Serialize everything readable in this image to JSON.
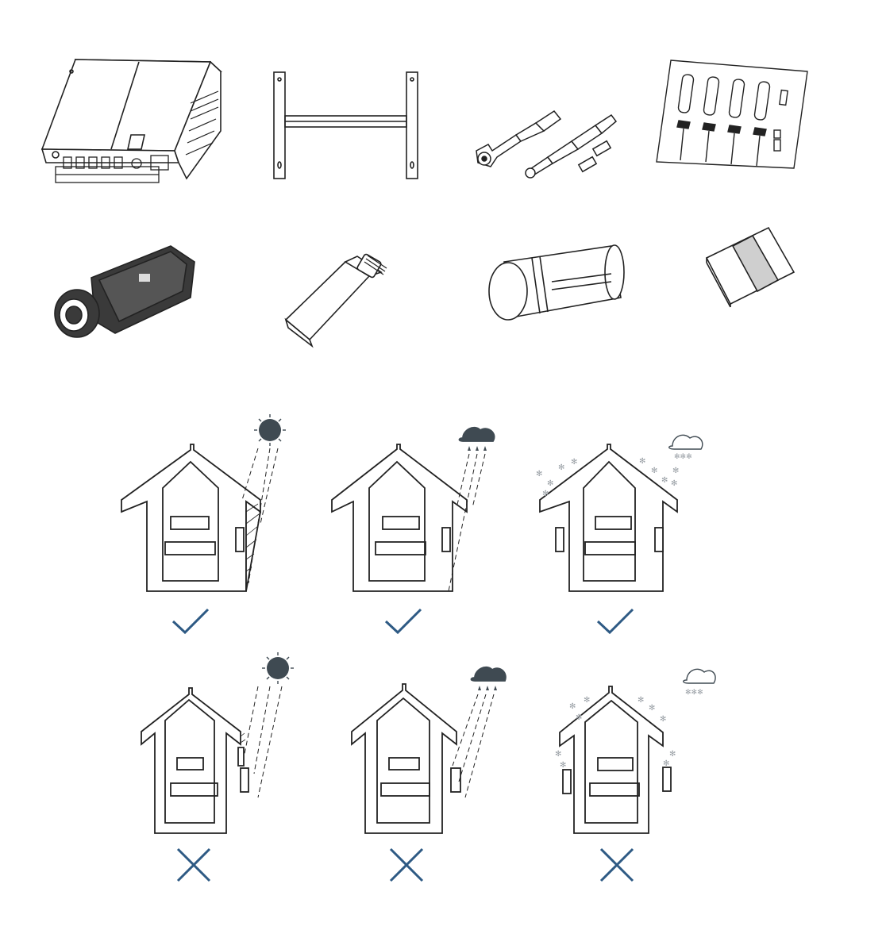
{
  "parts": [
    {
      "name": "inverter-unit"
    },
    {
      "name": "wall-mounting-bracket"
    },
    {
      "name": "dc-connector-pair"
    },
    {
      "name": "expansion-screw-kit"
    },
    {
      "name": "ac-connector"
    },
    {
      "name": "communication-dongle"
    },
    {
      "name": "cable-gland-connector"
    },
    {
      "name": "user-manual-booklet"
    }
  ],
  "placement_guide": {
    "correct_row": [
      {
        "weather": "sun",
        "shelter": "shaded-wall",
        "verdict": "correct"
      },
      {
        "weather": "rain",
        "shelter": "under-eaves",
        "verdict": "correct"
      },
      {
        "weather": "snow",
        "shelter": "under-eaves",
        "verdict": "correct"
      }
    ],
    "incorrect_row": [
      {
        "weather": "sun",
        "shelter": "exposed",
        "verdict": "incorrect"
      },
      {
        "weather": "rain",
        "shelter": "exposed",
        "verdict": "incorrect"
      },
      {
        "weather": "snow",
        "shelter": "exposed",
        "verdict": "incorrect"
      }
    ]
  },
  "colors": {
    "line": "#222222",
    "check": "#2e5a84",
    "cross": "#2e5a84",
    "icon_fill": "#3f4a52",
    "snow": "#9aa0a6"
  }
}
